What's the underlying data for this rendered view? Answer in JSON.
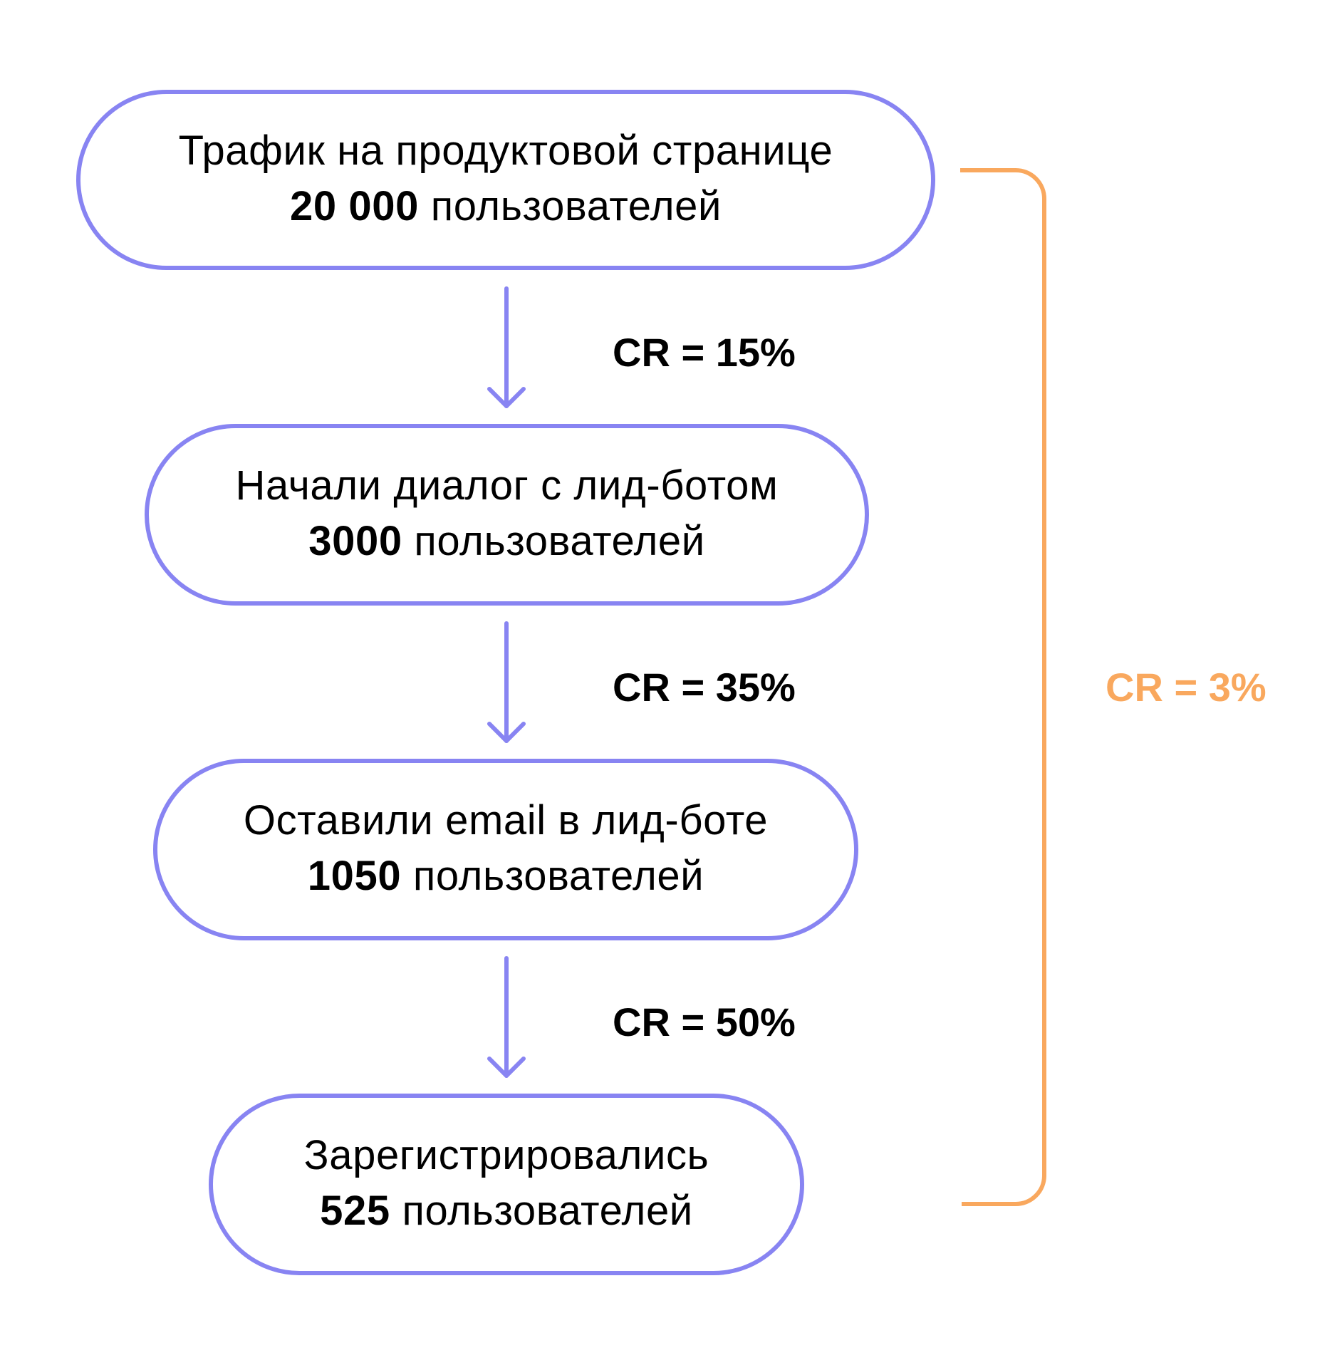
{
  "colors": {
    "stage_stroke": "#8884F2",
    "total_bracket": "#F9A85E",
    "text": "#000000",
    "background": "#FFFFFF"
  },
  "funnel": {
    "stages": [
      {
        "title": "Трафик на продуктовой странице",
        "count": "20 000",
        "unit": "пользователей"
      },
      {
        "title": "Начали диалог с лид-ботом",
        "count": "3000",
        "unit": "пользователей"
      },
      {
        "title": "Оставили email в лид-боте",
        "count": "1050",
        "unit": "пользователей"
      },
      {
        "title": "Зарегистрировались",
        "count": "525",
        "unit": "пользователей"
      }
    ],
    "step_conversions": [
      {
        "label": "CR = 15%",
        "from": 0,
        "to": 1,
        "value_pct": 15
      },
      {
        "label": "CR = 35%",
        "from": 1,
        "to": 2,
        "value_pct": 35
      },
      {
        "label": "CR = 50%",
        "from": 2,
        "to": 3,
        "value_pct": 50
      }
    ],
    "total_conversion": {
      "label": "CR = 3%",
      "value_pct": 3
    }
  },
  "icons": {
    "arrow": "arrow-down-icon",
    "bracket": "bracket-icon"
  }
}
